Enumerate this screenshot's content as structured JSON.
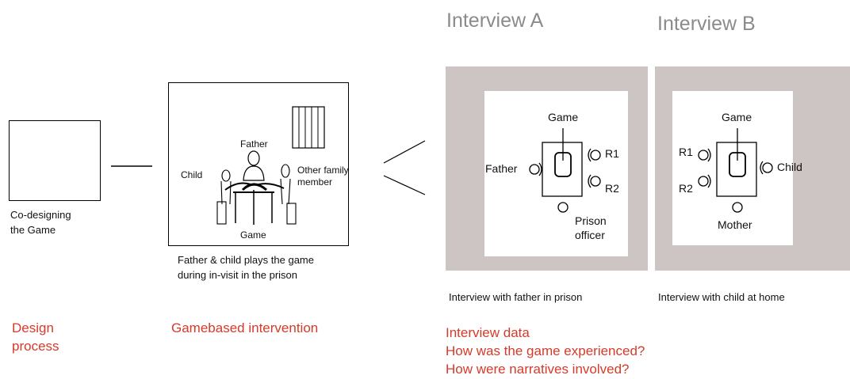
{
  "design": {
    "caption": [
      "Co-designing",
      "the Game"
    ],
    "section_label": [
      "Design",
      "process"
    ]
  },
  "intervention": {
    "labels": {
      "father": "Father",
      "child": "Child",
      "other": [
        "Other family",
        "member"
      ],
      "game": "Game"
    },
    "caption": [
      "Father & child plays the game",
      "during in-visit in the prison"
    ],
    "section_label": "Gamebased intervention"
  },
  "interview_a": {
    "title": "Interview A",
    "game": "Game",
    "father": "Father",
    "r1": "R1",
    "r2": "R2",
    "officer": [
      "Prison",
      "officer"
    ],
    "caption": "Interview with father in prison"
  },
  "interview_b": {
    "title": "Interview B",
    "game": "Game",
    "r1": "R1",
    "r2": "R2",
    "child": "Child",
    "mother": "Mother",
    "caption": "Interview with child at home"
  },
  "interview_data": {
    "lines": [
      "Interview data",
      "How was the game experienced?",
      "How were narratives involved?"
    ]
  },
  "colors": {
    "accent_red": "#d63a2a",
    "panel_gray": "#cdc4c4",
    "header_gray": "#8b8b8b"
  }
}
